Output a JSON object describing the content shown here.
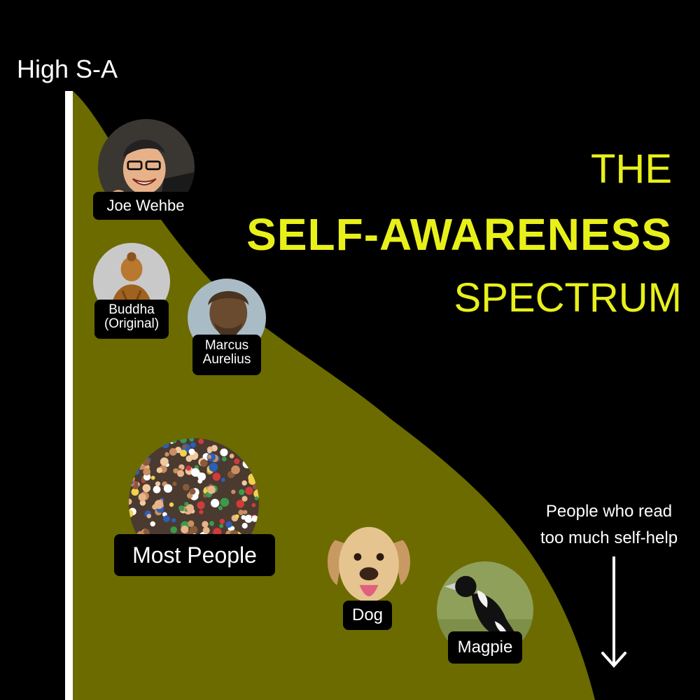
{
  "axis": {
    "top_label": "High S-A"
  },
  "title": {
    "line1": "THE",
    "line2": "SELF-AWARENESS",
    "line3": "SPECTRUM"
  },
  "colors": {
    "curve_fill": "#6b6b00",
    "title": "#e8f01a",
    "background": "#000000",
    "axis": "#ffffff"
  },
  "entities": [
    {
      "label": "Joe Wehbe",
      "image": "caricature-of-smiling-man-with-glasses"
    },
    {
      "label": "Buddha (Original)",
      "line1": "Buddha",
      "line2": "(Original)",
      "image": "golden-buddha-statue"
    },
    {
      "label": "Marcus Aurelius",
      "line1": "Marcus",
      "line2": "Aurelius",
      "image": "bronze-bust-statue"
    },
    {
      "label": "Most People",
      "image": "crowd-of-people"
    },
    {
      "label": "Dog",
      "image": "labrador-dog-face"
    },
    {
      "label": "Magpie",
      "image": "magpie-bird"
    }
  ],
  "note": {
    "line1": "People who read",
    "line2": "too much self-help",
    "icon": "down-arrow-icon"
  }
}
